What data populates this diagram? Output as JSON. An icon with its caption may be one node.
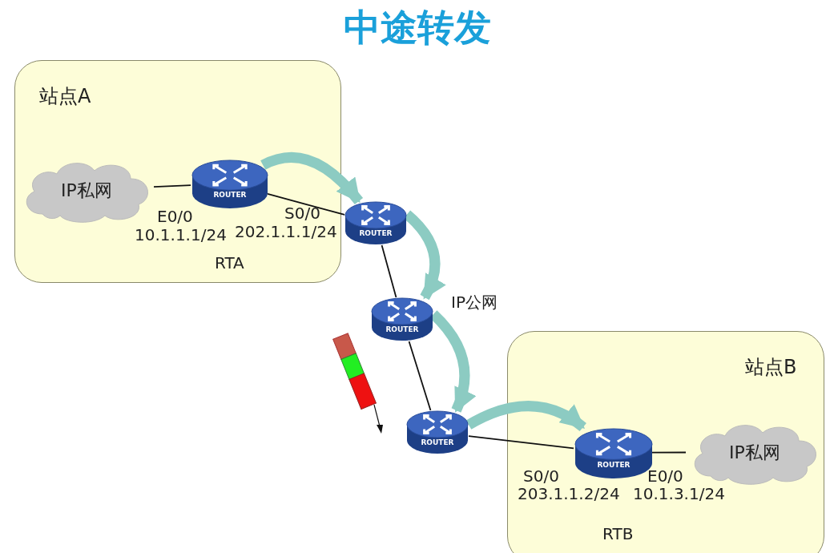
{
  "diagram": {
    "title": "中途转发",
    "nodes": [
      {
        "text": [
          "站点A"
        ]
      },
      {
        "text": [
          "IP私网"
        ],
        "in": 0
      },
      {
        "text": [
          "ROUTER"
        ],
        "in": 0
      },
      {
        "text": [
          "ROUTER"
        ]
      },
      {
        "text": [
          "ROUTER"
        ]
      },
      {
        "text": [
          "ROUTER"
        ]
      },
      {
        "text": [
          "站点B"
        ]
      },
      {
        "text": [
          "ROUTER"
        ],
        "in": 6
      },
      {
        "text": [
          "IP私网"
        ],
        "in": 6
      }
    ],
    "edges": [
      {
        "from": 1,
        "to": 2,
        "arrow": "none"
      },
      {
        "from": 2,
        "to": 3,
        "arrow": "none"
      },
      {
        "from": 3,
        "to": 4,
        "arrow": "none"
      },
      {
        "from": 4,
        "to": 5,
        "arrow": "none"
      },
      {
        "from": 5,
        "to": 7,
        "arrow": "none"
      },
      {
        "from": 7,
        "to": 8,
        "arrow": "none"
      },
      {
        "from": 2,
        "to": 3,
        "arrow": "to",
        "style": "thick",
        "color": "#8ccbc2"
      },
      {
        "from": 3,
        "to": 4,
        "arrow": "to",
        "style": "thick",
        "color": "#8ccbc2"
      },
      {
        "from": 4,
        "to": 5,
        "arrow": "to",
        "style": "thick",
        "color": "#8ccbc2"
      },
      {
        "from": 5,
        "to": 7,
        "arrow": "to",
        "style": "thick",
        "color": "#8ccbc2"
      }
    ],
    "labels": [
      "E0/0",
      "10.1.1.1/24",
      "S0/0",
      "202.1.1.1/24",
      "RTA",
      "IP公网",
      "S0/0",
      "203.1.1.2/24",
      "E0/0",
      "10.1.3.1/24",
      "RTB"
    ]
  }
}
